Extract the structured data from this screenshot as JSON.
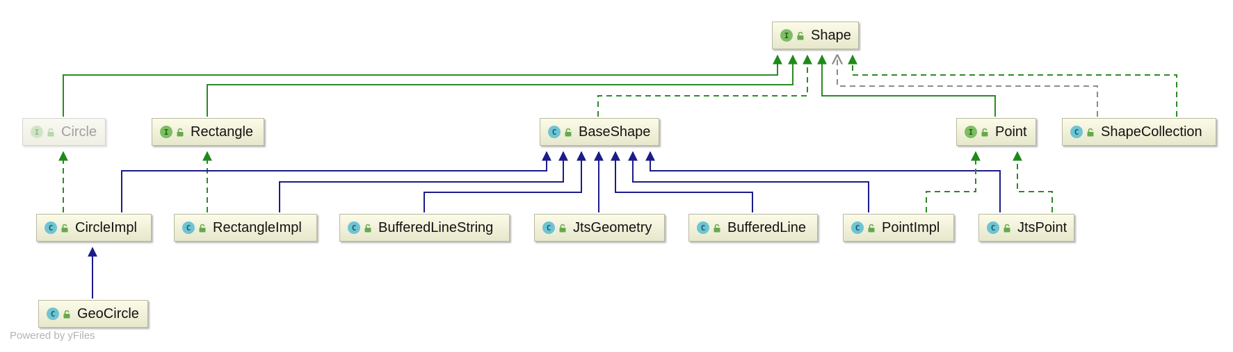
{
  "diagram": {
    "nodes": [
      {
        "id": "Shape",
        "label": "Shape",
        "kind": "interface"
      },
      {
        "id": "Circle",
        "label": "Circle",
        "kind": "interface",
        "dimmed": true
      },
      {
        "id": "Rectangle",
        "label": "Rectangle",
        "kind": "interface"
      },
      {
        "id": "BaseShape",
        "label": "BaseShape",
        "kind": "class"
      },
      {
        "id": "Point",
        "label": "Point",
        "kind": "interface"
      },
      {
        "id": "ShapeCollection",
        "label": "ShapeCollection",
        "kind": "class"
      },
      {
        "id": "CircleImpl",
        "label": "CircleImpl",
        "kind": "class"
      },
      {
        "id": "RectangleImpl",
        "label": "RectangleImpl",
        "kind": "class"
      },
      {
        "id": "BufferedLineString",
        "label": "BufferedLineString",
        "kind": "class"
      },
      {
        "id": "JtsGeometry",
        "label": "JtsGeometry",
        "kind": "class"
      },
      {
        "id": "BufferedLine",
        "label": "BufferedLine",
        "kind": "class"
      },
      {
        "id": "PointImpl",
        "label": "PointImpl",
        "kind": "class"
      },
      {
        "id": "JtsPoint",
        "label": "JtsPoint",
        "kind": "class"
      },
      {
        "id": "GeoCircle",
        "label": "GeoCircle",
        "kind": "class"
      }
    ],
    "badge_letters": {
      "interface": "I",
      "class": "C"
    },
    "edges": [
      {
        "from": "Circle",
        "to": "Shape",
        "type": "extends"
      },
      {
        "from": "Rectangle",
        "to": "Shape",
        "type": "extends"
      },
      {
        "from": "BaseShape",
        "to": "Shape",
        "type": "implements"
      },
      {
        "from": "Point",
        "to": "Shape",
        "type": "extends"
      },
      {
        "from": "ShapeCollection",
        "to": "Shape",
        "type": "implements"
      },
      {
        "from": "ShapeCollection",
        "to": "Shape",
        "type": "dependency"
      },
      {
        "from": "CircleImpl",
        "to": "Circle",
        "type": "implements"
      },
      {
        "from": "RectangleImpl",
        "to": "Rectangle",
        "type": "implements"
      },
      {
        "from": "CircleImpl",
        "to": "BaseShape",
        "type": "extends-class"
      },
      {
        "from": "RectangleImpl",
        "to": "BaseShape",
        "type": "extends-class"
      },
      {
        "from": "BufferedLineString",
        "to": "BaseShape",
        "type": "extends-class"
      },
      {
        "from": "JtsGeometry",
        "to": "BaseShape",
        "type": "extends-class"
      },
      {
        "from": "BufferedLine",
        "to": "BaseShape",
        "type": "extends-class"
      },
      {
        "from": "PointImpl",
        "to": "BaseShape",
        "type": "extends-class"
      },
      {
        "from": "JtsPoint",
        "to": "BaseShape",
        "type": "extends-class"
      },
      {
        "from": "PointImpl",
        "to": "Point",
        "type": "implements"
      },
      {
        "from": "JtsPoint",
        "to": "Point",
        "type": "implements"
      },
      {
        "from": "GeoCircle",
        "to": "CircleImpl",
        "type": "extends-class"
      }
    ],
    "colors": {
      "interface_edge": "#2a8a24",
      "class_edge": "#1b1b8a",
      "dependency_edge": "#8a8a8a"
    }
  },
  "footer": "Powered by yFiles"
}
